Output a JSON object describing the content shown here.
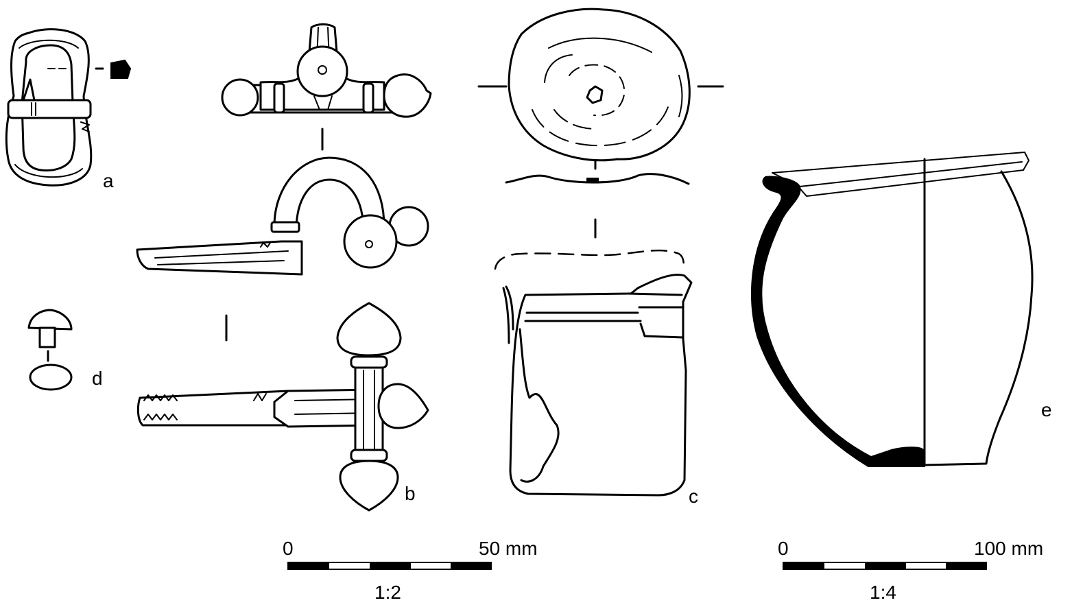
{
  "figure_labels": {
    "a": "a",
    "b": "b",
    "c": "c",
    "d": "d",
    "e": "e"
  },
  "scale_bars": [
    {
      "start": "0",
      "end": "50 mm",
      "ratio": "1:2"
    },
    {
      "start": "0",
      "end": "100 mm",
      "ratio": "1:4"
    }
  ]
}
